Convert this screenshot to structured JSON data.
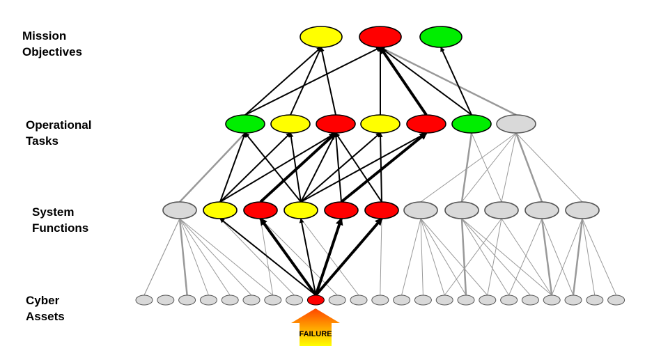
{
  "layers": [
    {
      "id": "mission",
      "lines": [
        "Mission",
        "Objectives"
      ]
    },
    {
      "id": "tasks",
      "lines": [
        "Operational",
        "Tasks"
      ]
    },
    {
      "id": "functions",
      "lines": [
        "System",
        "Functions"
      ]
    },
    {
      "id": "assets",
      "lines": [
        "Cyber",
        "Assets"
      ]
    }
  ],
  "failure_label": "FAILURE",
  "colors": {
    "red": "#ff0000",
    "yellow": "#ffff00",
    "green": "#00ee00",
    "gray": "#d9d9d9",
    "strong_edge": "#000000",
    "weak_edge": "#999999",
    "arrow_top": "#ff4500",
    "arrow_bottom": "#ffff00"
  },
  "nodes": {
    "mission": [
      "yellow",
      "red",
      "green"
    ],
    "tasks": [
      "green",
      "yellow",
      "red",
      "yellow",
      "red",
      "green",
      "gray"
    ],
    "functions": [
      "gray",
      "yellow",
      "red",
      "yellow",
      "red",
      "red",
      "gray",
      "gray",
      "gray",
      "gray",
      "gray"
    ],
    "assets": [
      "gray",
      "gray",
      "gray",
      "gray",
      "gray",
      "gray",
      "gray",
      "gray",
      "red",
      "gray",
      "gray",
      "gray",
      "gray",
      "gray",
      "gray",
      "gray",
      "gray",
      "gray",
      "gray",
      "gray",
      "gray",
      "gray",
      "gray"
    ]
  },
  "failed_asset_index": 8
}
